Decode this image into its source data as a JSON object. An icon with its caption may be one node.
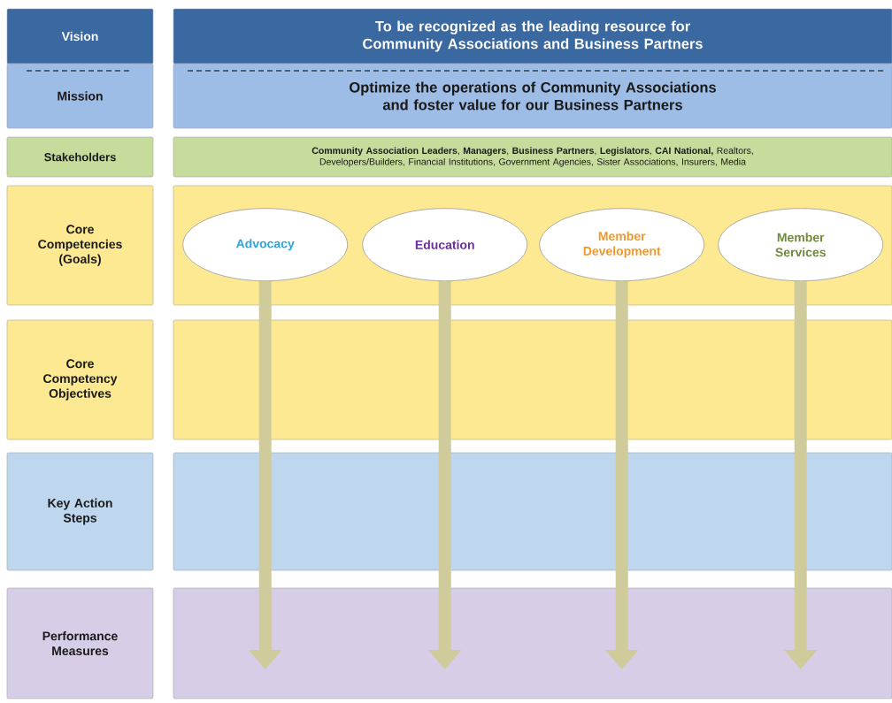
{
  "diagram": {
    "nodes": [
      {
        "text": [
          "Vision"
        ]
      },
      {
        "text": [
          "To be recognized as the leading resource for Community Associations and Business Partners"
        ]
      },
      {
        "text": [
          "Mission"
        ]
      },
      {
        "text": [
          "Optimize the operations of Community Associations and foster value for our Business Partners"
        ]
      },
      {
        "text": [
          "Stakeholders"
        ]
      },
      {
        "text": [
          "**Community Association Leaders**, **Managers**, **Business Partners**, **Legislators**, **CAI National,** Realtors, Developers/Builders, Financial Institutions, Government Agencies, Sister Associations, Insurers, Media"
        ]
      },
      {
        "text": [
          "Core Competencies (Goals)"
        ]
      },
      {
        "text": [],
        "shape": "box"
      },
      {
        "text": [
          "Advocacy"
        ],
        "in": 7
      },
      {
        "text": [
          "Education"
        ],
        "in": 7
      },
      {
        "text": [
          "Member Development"
        ],
        "in": 7
      },
      {
        "text": [
          "Member Services"
        ],
        "in": 7
      },
      {
        "text": [
          "Core Competency Objectives"
        ]
      },
      {
        "text": [
          "Key Action Steps"
        ]
      },
      {
        "text": [
          "Performance Measures"
        ]
      }
    ],
    "edges": [
      {
        "from": 8,
        "to": null,
        "arrow": "to"
      },
      {
        "from": 9,
        "to": null,
        "arrow": "to"
      },
      {
        "from": 10,
        "to": null,
        "arrow": "to"
      },
      {
        "from": 11,
        "to": null,
        "arrow": "to"
      }
    ]
  }
}
